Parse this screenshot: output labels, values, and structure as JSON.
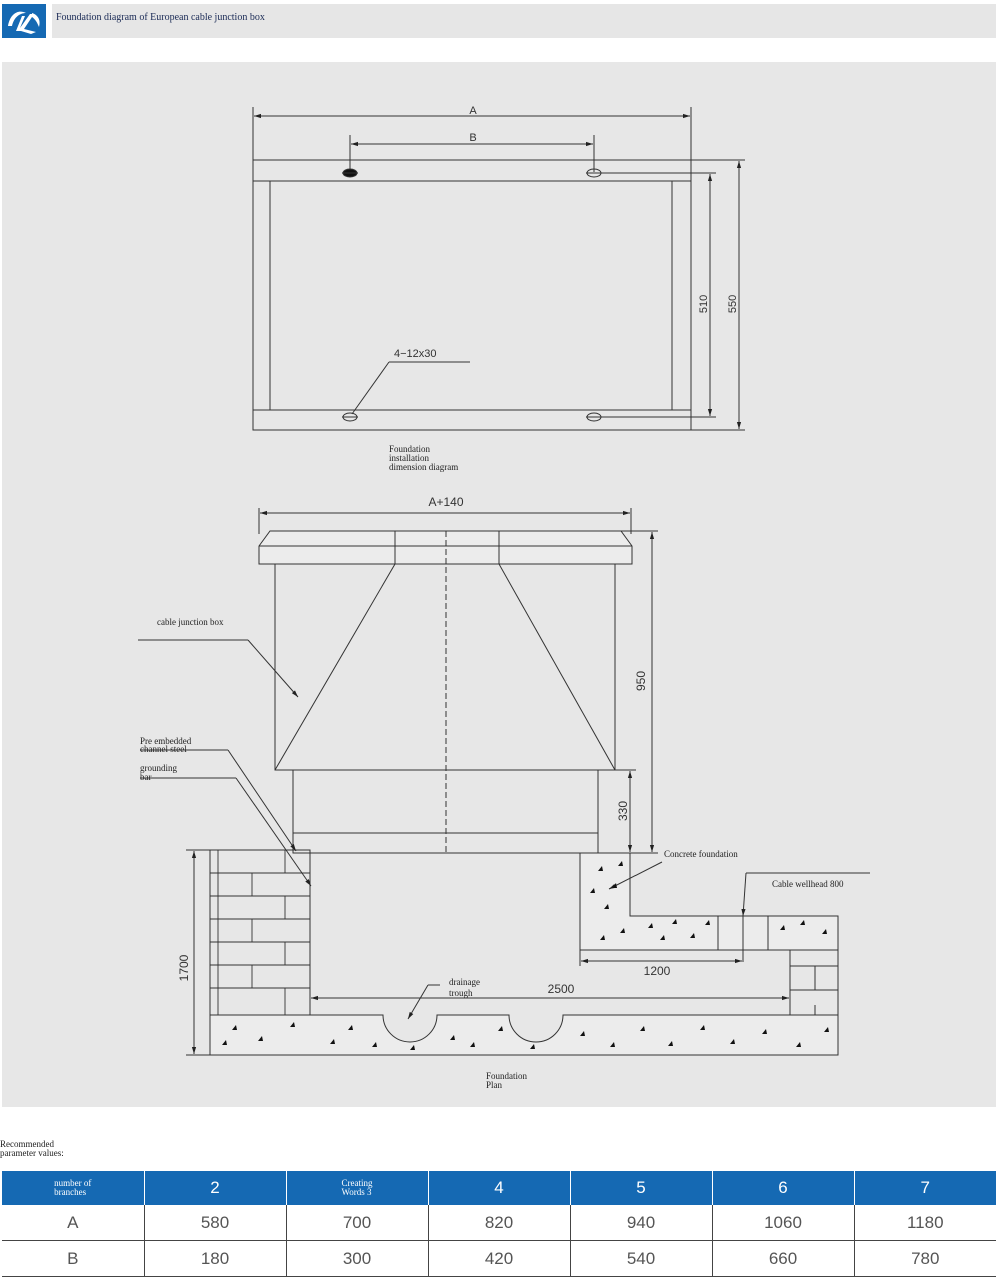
{
  "header": {
    "title": "Foundation diagram of European cable junction box",
    "logo_color": "#1569b3"
  },
  "drawing": {
    "top_view": {
      "dim_a": "A",
      "dim_b": "B",
      "dim_inner_height": "510",
      "dim_outer_height": "550",
      "hole_spec": "4−12x30",
      "caption": [
        "Foundation",
        "installation",
        "dimension diagram"
      ]
    },
    "side_view": {
      "dim_top_width": "A+140",
      "dim_box_height": "950",
      "dim_base_height": "330",
      "dim_depth": "1700",
      "dim_trench_width": "2500",
      "dim_wellhead_width": "1200",
      "label_box": "cable junction box",
      "label_channel": [
        "Pre embedded",
        "channel steel"
      ],
      "label_grounding": [
        "grounding",
        "bar"
      ],
      "label_concrete": "Concrete foundation",
      "label_wellhead": "Cable wellhead 800",
      "label_drain": [
        "drainage",
        "trough"
      ],
      "caption": [
        "Foundation",
        "Plan"
      ]
    }
  },
  "recommended": {
    "label": [
      "Recommended",
      "parameter values:"
    ],
    "header_first": [
      "number of",
      "branches"
    ],
    "header_second": [
      "Creating",
      "Words 3"
    ],
    "header_values": [
      "2",
      "4",
      "5",
      "6",
      "7"
    ],
    "rows": [
      {
        "label": "A",
        "values": [
          "580",
          "700",
          "820",
          "940",
          "1060",
          "1180"
        ]
      },
      {
        "label": "B",
        "values": [
          "180",
          "300",
          "420",
          "540",
          "660",
          "780"
        ]
      }
    ]
  }
}
